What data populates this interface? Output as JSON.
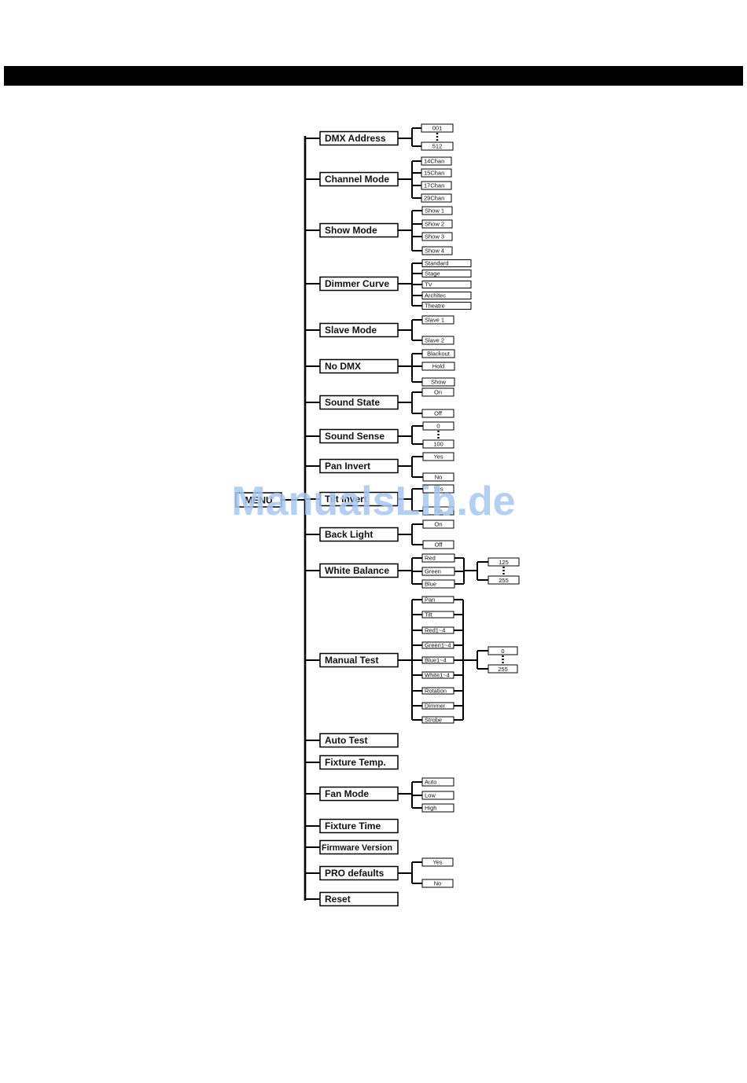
{
  "header_bar": {
    "color": "#000000"
  },
  "watermark": {
    "text": "ManualsLib.de",
    "color": "#a6c7f1"
  },
  "menu": {
    "root_label": "MENU",
    "items": [
      {
        "label": "DMX Address",
        "options": [
          "001",
          "512"
        ],
        "range": true
      },
      {
        "label": "Channel Mode",
        "options": [
          "14Chan",
          "15Chan",
          "17Chan",
          "29Chan"
        ]
      },
      {
        "label": "Show Mode",
        "options": [
          "Show 1",
          "Show 2",
          "Show 3",
          "Show 4"
        ]
      },
      {
        "label": "Dimmer Curve",
        "options": [
          "Standard",
          "Stage",
          "TV",
          "Architec",
          "Theatre"
        ]
      },
      {
        "label": "Slave Mode",
        "options": [
          "Slave 1",
          "Slave 2"
        ]
      },
      {
        "label": "No DMX",
        "options": [
          "Blackout",
          "Hold",
          "Show"
        ]
      },
      {
        "label": "Sound State",
        "options": [
          "On",
          "Off"
        ]
      },
      {
        "label": "Sound Sense",
        "options": [
          "0",
          "100"
        ],
        "range": true
      },
      {
        "label": "Pan Invert",
        "options": [
          "Yes",
          "No"
        ]
      },
      {
        "label": "Tilt Invert",
        "options": [
          "Yes",
          "No"
        ]
      },
      {
        "label": "Back Light",
        "options": [
          "On",
          "Off"
        ]
      },
      {
        "label": "White Balance",
        "options": [
          "Red",
          "Green",
          "Blue"
        ],
        "values": [
          "125",
          "255"
        ]
      },
      {
        "label": "Manual Test",
        "options": [
          "Pan",
          "Tilt",
          "Red1~4",
          "Green1~4",
          "Blue1~4",
          "White1~4",
          "Rotation",
          "Dimmer",
          "Strobe"
        ],
        "values": [
          "0",
          "255"
        ]
      },
      {
        "label": "Auto Test"
      },
      {
        "label": "Fixture Temp."
      },
      {
        "label": "Fan Mode",
        "options": [
          "Auto",
          "Low",
          "High"
        ]
      },
      {
        "label": "Fixture Time"
      },
      {
        "label": "Firmware Version"
      },
      {
        "label": "PRO defaults",
        "options": [
          "Yes",
          "No"
        ]
      },
      {
        "label": "Reset"
      }
    ]
  }
}
